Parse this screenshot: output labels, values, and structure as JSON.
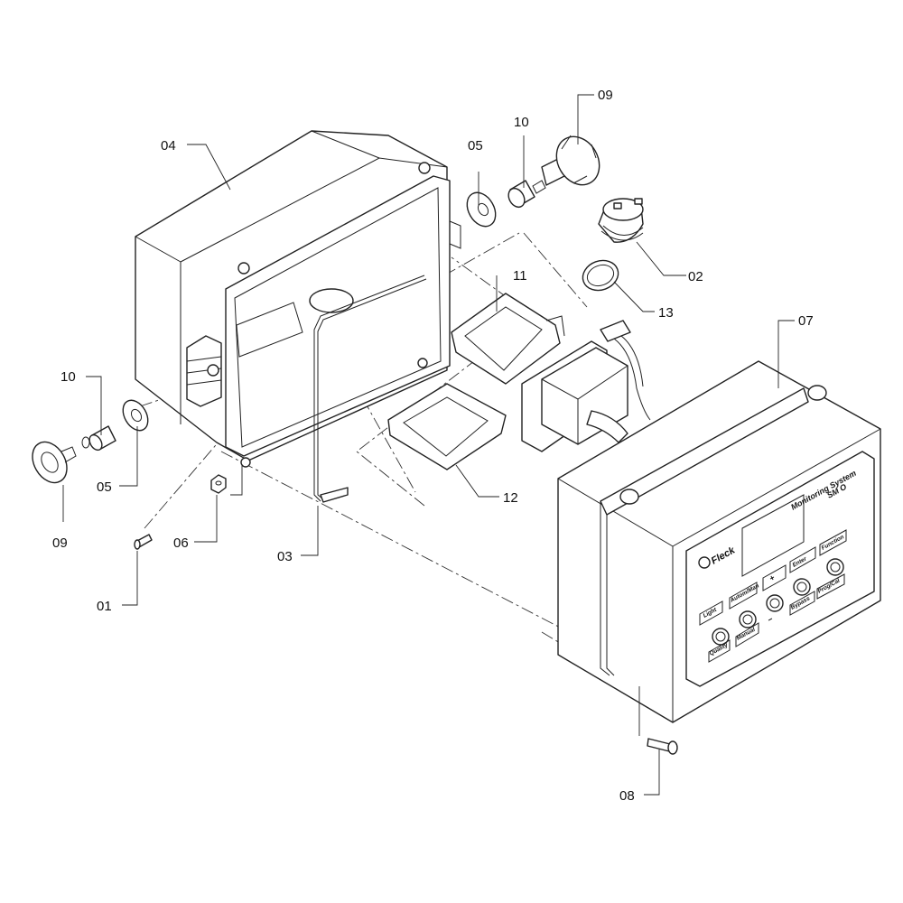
{
  "labels": [
    {
      "id": "01",
      "text": "01"
    },
    {
      "id": "02",
      "text": "02"
    },
    {
      "id": "03",
      "text": "03"
    },
    {
      "id": "04",
      "text": "04"
    },
    {
      "id": "05a",
      "text": "05"
    },
    {
      "id": "05b",
      "text": "05"
    },
    {
      "id": "06",
      "text": "06"
    },
    {
      "id": "07",
      "text": "07"
    },
    {
      "id": "08",
      "text": "08"
    },
    {
      "id": "09a",
      "text": "09"
    },
    {
      "id": "09b",
      "text": "09"
    },
    {
      "id": "10a",
      "text": "10"
    },
    {
      "id": "10b",
      "text": "10"
    },
    {
      "id": "11",
      "text": "11"
    },
    {
      "id": "12",
      "text": "12"
    },
    {
      "id": "13",
      "text": "13"
    }
  ],
  "panel": {
    "brand": "Fleck",
    "title": "Monitoring System",
    "model": "SM O",
    "keys": [
      "Light",
      "Autom/Man",
      "+",
      "Enter",
      "Function",
      "Quality",
      "Manual",
      "−",
      "Bypass",
      "Prog/Cal"
    ]
  }
}
